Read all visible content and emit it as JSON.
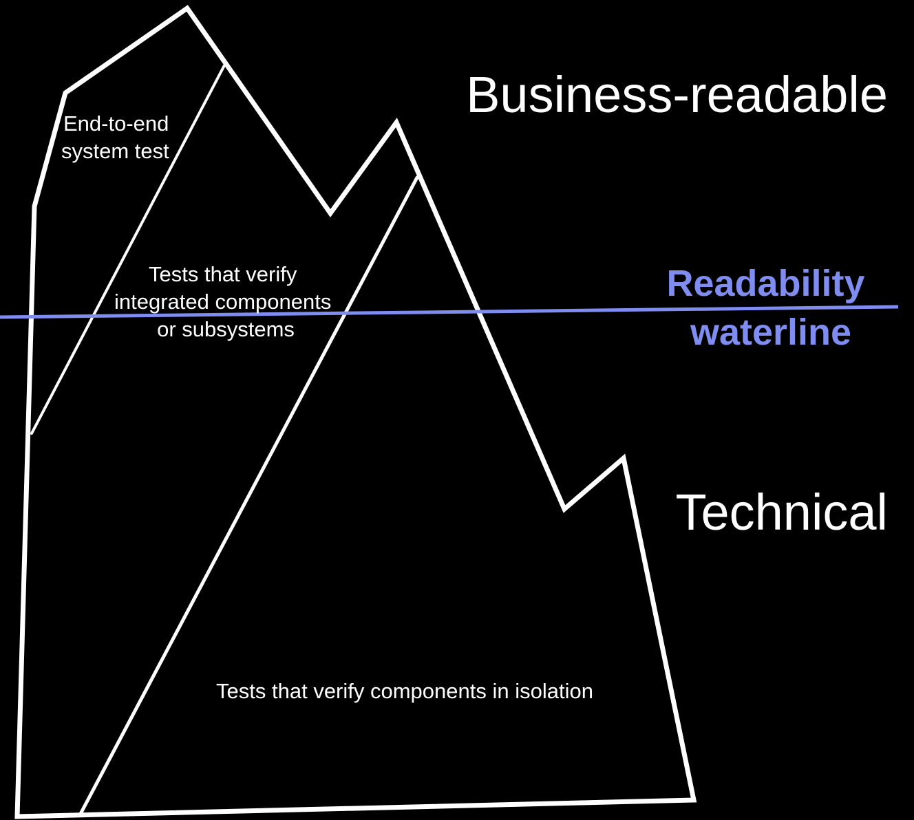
{
  "diagram": {
    "layers": [
      {
        "lines": [
          "End-to-end",
          "system test"
        ]
      },
      {
        "lines": [
          "Tests that verify",
          "integrated components",
          "or subsystems"
        ]
      },
      {
        "lines": [
          "Tests that verify components in isolation"
        ]
      }
    ],
    "top_label": "Business-readable",
    "bottom_label": "Technical",
    "waterline_label": {
      "lines": [
        "Readability",
        "waterline"
      ]
    }
  },
  "colors": {
    "background": "#000000",
    "outline": "#ffffff",
    "text": "#ffffff",
    "waterline": "#7f8cf0"
  }
}
